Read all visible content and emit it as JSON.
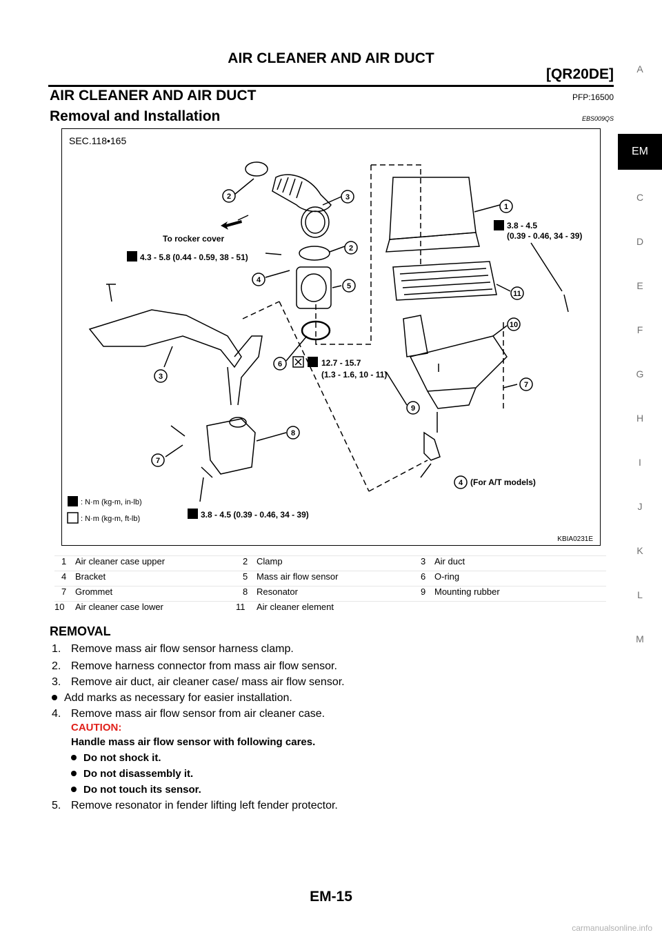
{
  "header": {
    "running_title": "AIR CLEANER AND AIR DUCT",
    "engine_tag": "[QR20DE]"
  },
  "section": {
    "title": "AIR CLEANER AND AIR DUCT",
    "pfp_code": "PFP:16500",
    "subtitle": "Removal and Installation",
    "ebs_code": "EBS009QS"
  },
  "side_index": {
    "letters": [
      "A",
      "EM",
      "C",
      "D",
      "E",
      "F",
      "G",
      "H",
      "I",
      "J",
      "K",
      "L",
      "M"
    ],
    "active": "EM"
  },
  "figure": {
    "sec_label": "SEC.118•165",
    "to_rocker_cover": "To rocker cover",
    "torque_upper_left": "4.3 - 5.8 (0.44 - 0.59, 38 - 51)",
    "torque_right_1": "3.8 - 4.5",
    "torque_right_2": "(0.39 - 0.46, 34 - 39)",
    "torque_mid_1": "12.7 - 15.7",
    "torque_mid_2": "(1.3 - 1.6, 10 - 11)",
    "torque_bottom": "3.8 - 4.5 (0.39 - 0.46, 34 - 39)",
    "for_at_models": "(For A/T models)",
    "unit_inlb": ": N·m  (kg-m,  in-lb)",
    "unit_ftlb": ": N·m  (kg-m,  ft-lb)",
    "figure_code": "KBIA0231E",
    "callouts": [
      "1",
      "2",
      "3",
      "2",
      "4",
      "5",
      "6",
      "3",
      "7",
      "8",
      "9",
      "10",
      "11",
      "7",
      "4"
    ]
  },
  "legend": [
    [
      {
        "num": "1",
        "name": "Air cleaner case upper"
      },
      {
        "num": "2",
        "name": "Clamp"
      },
      {
        "num": "3",
        "name": "Air duct"
      }
    ],
    [
      {
        "num": "4",
        "name": "Bracket"
      },
      {
        "num": "5",
        "name": "Mass air flow sensor"
      },
      {
        "num": "6",
        "name": "O-ring"
      }
    ],
    [
      {
        "num": "7",
        "name": "Grommet"
      },
      {
        "num": "8",
        "name": "Resonator"
      },
      {
        "num": "9",
        "name": "Mounting rubber"
      }
    ],
    [
      {
        "num": "10",
        "name": "Air cleaner case lower"
      },
      {
        "num": "11",
        "name": "Air cleaner element"
      }
    ]
  ],
  "removal": {
    "heading": "REMOVAL",
    "steps": [
      {
        "num": "1.",
        "text": "Remove mass air flow sensor harness clamp."
      },
      {
        "num": "2.",
        "text": "Remove harness connector from mass air flow sensor."
      },
      {
        "num": "3.",
        "text": "Remove air duct, air cleaner case/ mass air flow sensor."
      },
      {
        "num": "4.",
        "text": "Remove mass air flow sensor from air cleaner case."
      },
      {
        "num": "5.",
        "text": "Remove resonator in fender lifting left fender protector."
      }
    ],
    "bullet_after_3": "Add marks as necessary for easier installation.",
    "caution_label": "CAUTION:",
    "caution_text": "Handle mass air flow sensor with following cares.",
    "caution_bullets": [
      "Do not shock it.",
      "Do not disassembly it.",
      "Do not touch its sensor."
    ]
  },
  "footer": {
    "page_number": "EM-15",
    "watermark": "carmanualsonline.info"
  }
}
